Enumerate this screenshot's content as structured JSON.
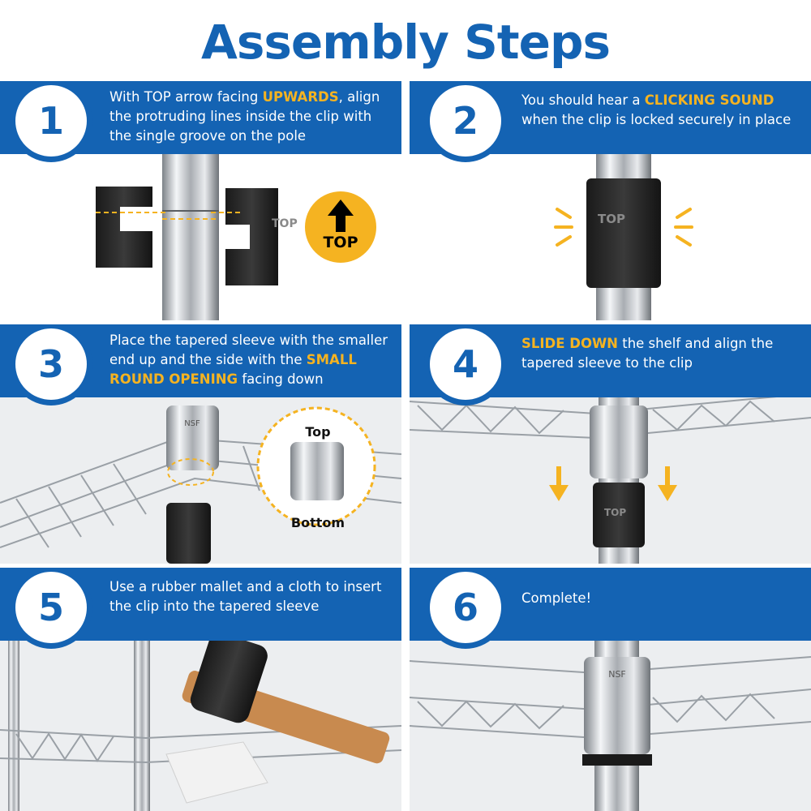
{
  "title": "Assembly Steps",
  "colors": {
    "brand_blue": "#1463b3",
    "accent_yellow": "#f5b321",
    "white": "#ffffff"
  },
  "steps": [
    {
      "number": "1",
      "text_parts": [
        "With TOP arrow facing ",
        "UPWARDS",
        ", align the protruding lines inside the clip with the single groove on the pole"
      ]
    },
    {
      "number": "2",
      "text_parts": [
        "You should hear a ",
        "CLICKING SOUND",
        " when the clip is locked securely in place"
      ]
    },
    {
      "number": "3",
      "text_parts": [
        "Place the tapered sleeve with the smaller end up and the side with the ",
        "SMALL ROUND OPENING",
        " facing down"
      ]
    },
    {
      "number": "4",
      "text_parts": [
        "",
        "SLIDE DOWN",
        " the shelf and align the tapered sleeve to the clip"
      ]
    },
    {
      "number": "5",
      "text_parts": [
        "Use a rubber mallet and a cloth to insert the clip into the tapered sleeve"
      ]
    },
    {
      "number": "6",
      "text_parts": [
        "Complete!"
      ]
    }
  ],
  "labels": {
    "top_badge": "TOP",
    "clip_mark": "TOP",
    "sleeve_top": "Top",
    "sleeve_bottom": "Bottom",
    "sleeve_logo": "NSF"
  },
  "icons": [
    "up-arrow-icon",
    "down-arrow-icon",
    "click-burst-icon"
  ]
}
